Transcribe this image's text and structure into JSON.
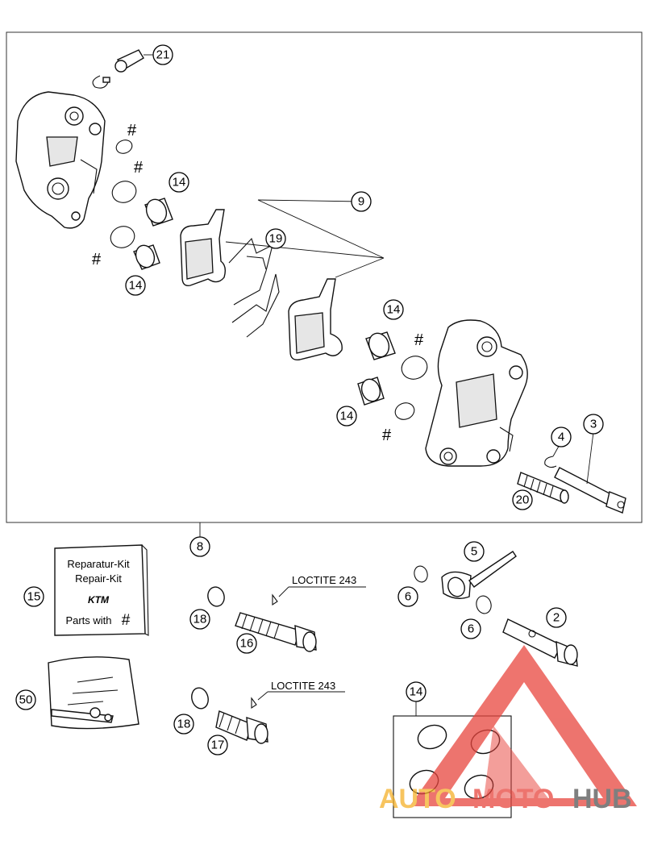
{
  "diagram": {
    "callouts": {
      "c21": "21",
      "c14a": "14",
      "c14b": "14",
      "c9": "9",
      "c19": "19",
      "c14c": "14",
      "c14d": "14",
      "c4": "4",
      "c3": "3",
      "c20": "20",
      "c8": "8",
      "c15": "15",
      "c5": "5",
      "c6a": "6",
      "c6b": "6",
      "c2": "2",
      "c18a": "18",
      "c16": "16",
      "c50": "50",
      "c18b": "18",
      "c17": "17",
      "c14e": "14"
    },
    "hash_mark": "#",
    "loctite_label_1": "LOCTITE 243",
    "loctite_label_2": "LOCTITE 243",
    "repair_kit": {
      "line1": "Reparatur-Kit",
      "line2": "Repair-Kit",
      "logo": "KTM",
      "line3": "Parts with",
      "hash": "#"
    }
  },
  "watermark": {
    "text_part1": "AUTO",
    "text_part2": "MOTO",
    "text_part3": "HUB",
    "color_orange": "#f5b12a",
    "color_red": "#e8463e",
    "color_gray": "#555555"
  }
}
